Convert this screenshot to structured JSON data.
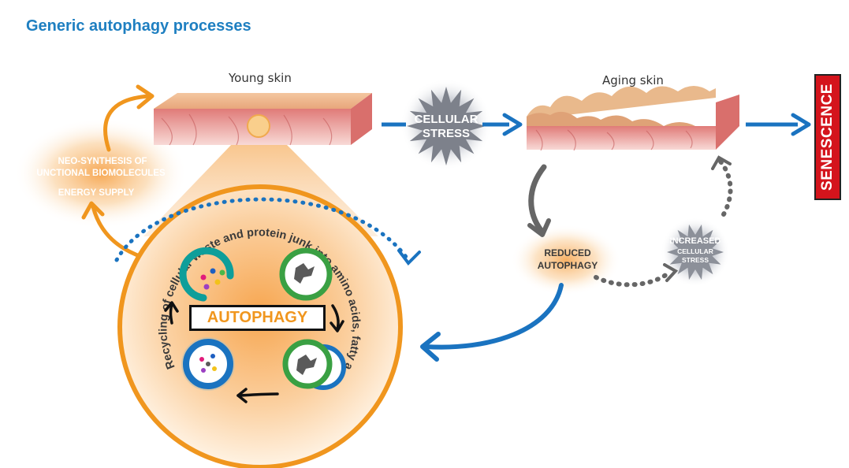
{
  "title": "Generic autophagy processes",
  "labels": {
    "young_skin": "Young skin",
    "aging_skin": "Aging skin",
    "senescence": "SENESCENCE",
    "cellular_stress_line1": "CELLULAR",
    "cellular_stress_line2": "STRESS",
    "neo_synthesis_line1": "NEO-SYNTHESIS OF",
    "neo_synthesis_line2": "UNCTIONAL BIOMOLECULES",
    "energy_supply": "ENERGY SUPPLY",
    "recycling_arc": "Recycling of cellular waste and protein junk into amino acids, fatty acids, sugars, nucleotides",
    "autophagy": "AUTOPHAGY",
    "reduced_line1": "REDUCED",
    "reduced_line2": "AUTOPHAGY",
    "increased_line1": "INCREASED",
    "increased_line2": "CELLULAR",
    "increased_line3": "STRESS"
  },
  "colors": {
    "title_blue": "#1e7fc1",
    "arrow_blue": "#1a73c0",
    "orange": "#f0961e",
    "senescence_red": "#d4141c",
    "gray_arrow": "#666666"
  }
}
